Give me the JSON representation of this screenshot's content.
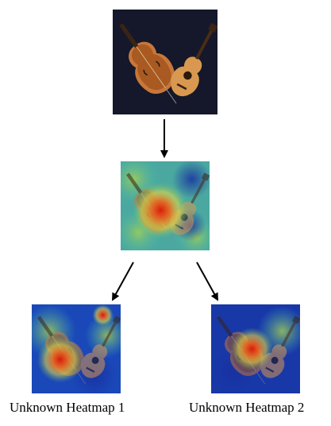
{
  "images": {
    "original": {
      "subject": "cello and acoustic guitar on dark background"
    },
    "heatmap_main": {
      "subject": "activation heatmap overlay on instruments"
    },
    "heatmap_1": {
      "subject": "activation heatmap overlay on instruments"
    },
    "heatmap_2": {
      "subject": "activation heatmap overlay on instruments"
    }
  },
  "captions": {
    "heatmap_1": "Unknown Heatmap 1",
    "heatmap_2": "Unknown Heatmap 2"
  },
  "colors": {
    "background": "#ffffff",
    "dark_bg": "#14182a",
    "heat_blue": "#1a3fb0",
    "heat_cyan": "#3fb8c8",
    "heat_green": "#8cc060",
    "heat_yellow": "#f0e040",
    "heat_red": "#e02010",
    "arrow": "#000000"
  },
  "icons": [
    "arrow-down-icon",
    "arrow-down-left-icon",
    "arrow-down-right-icon"
  ]
}
